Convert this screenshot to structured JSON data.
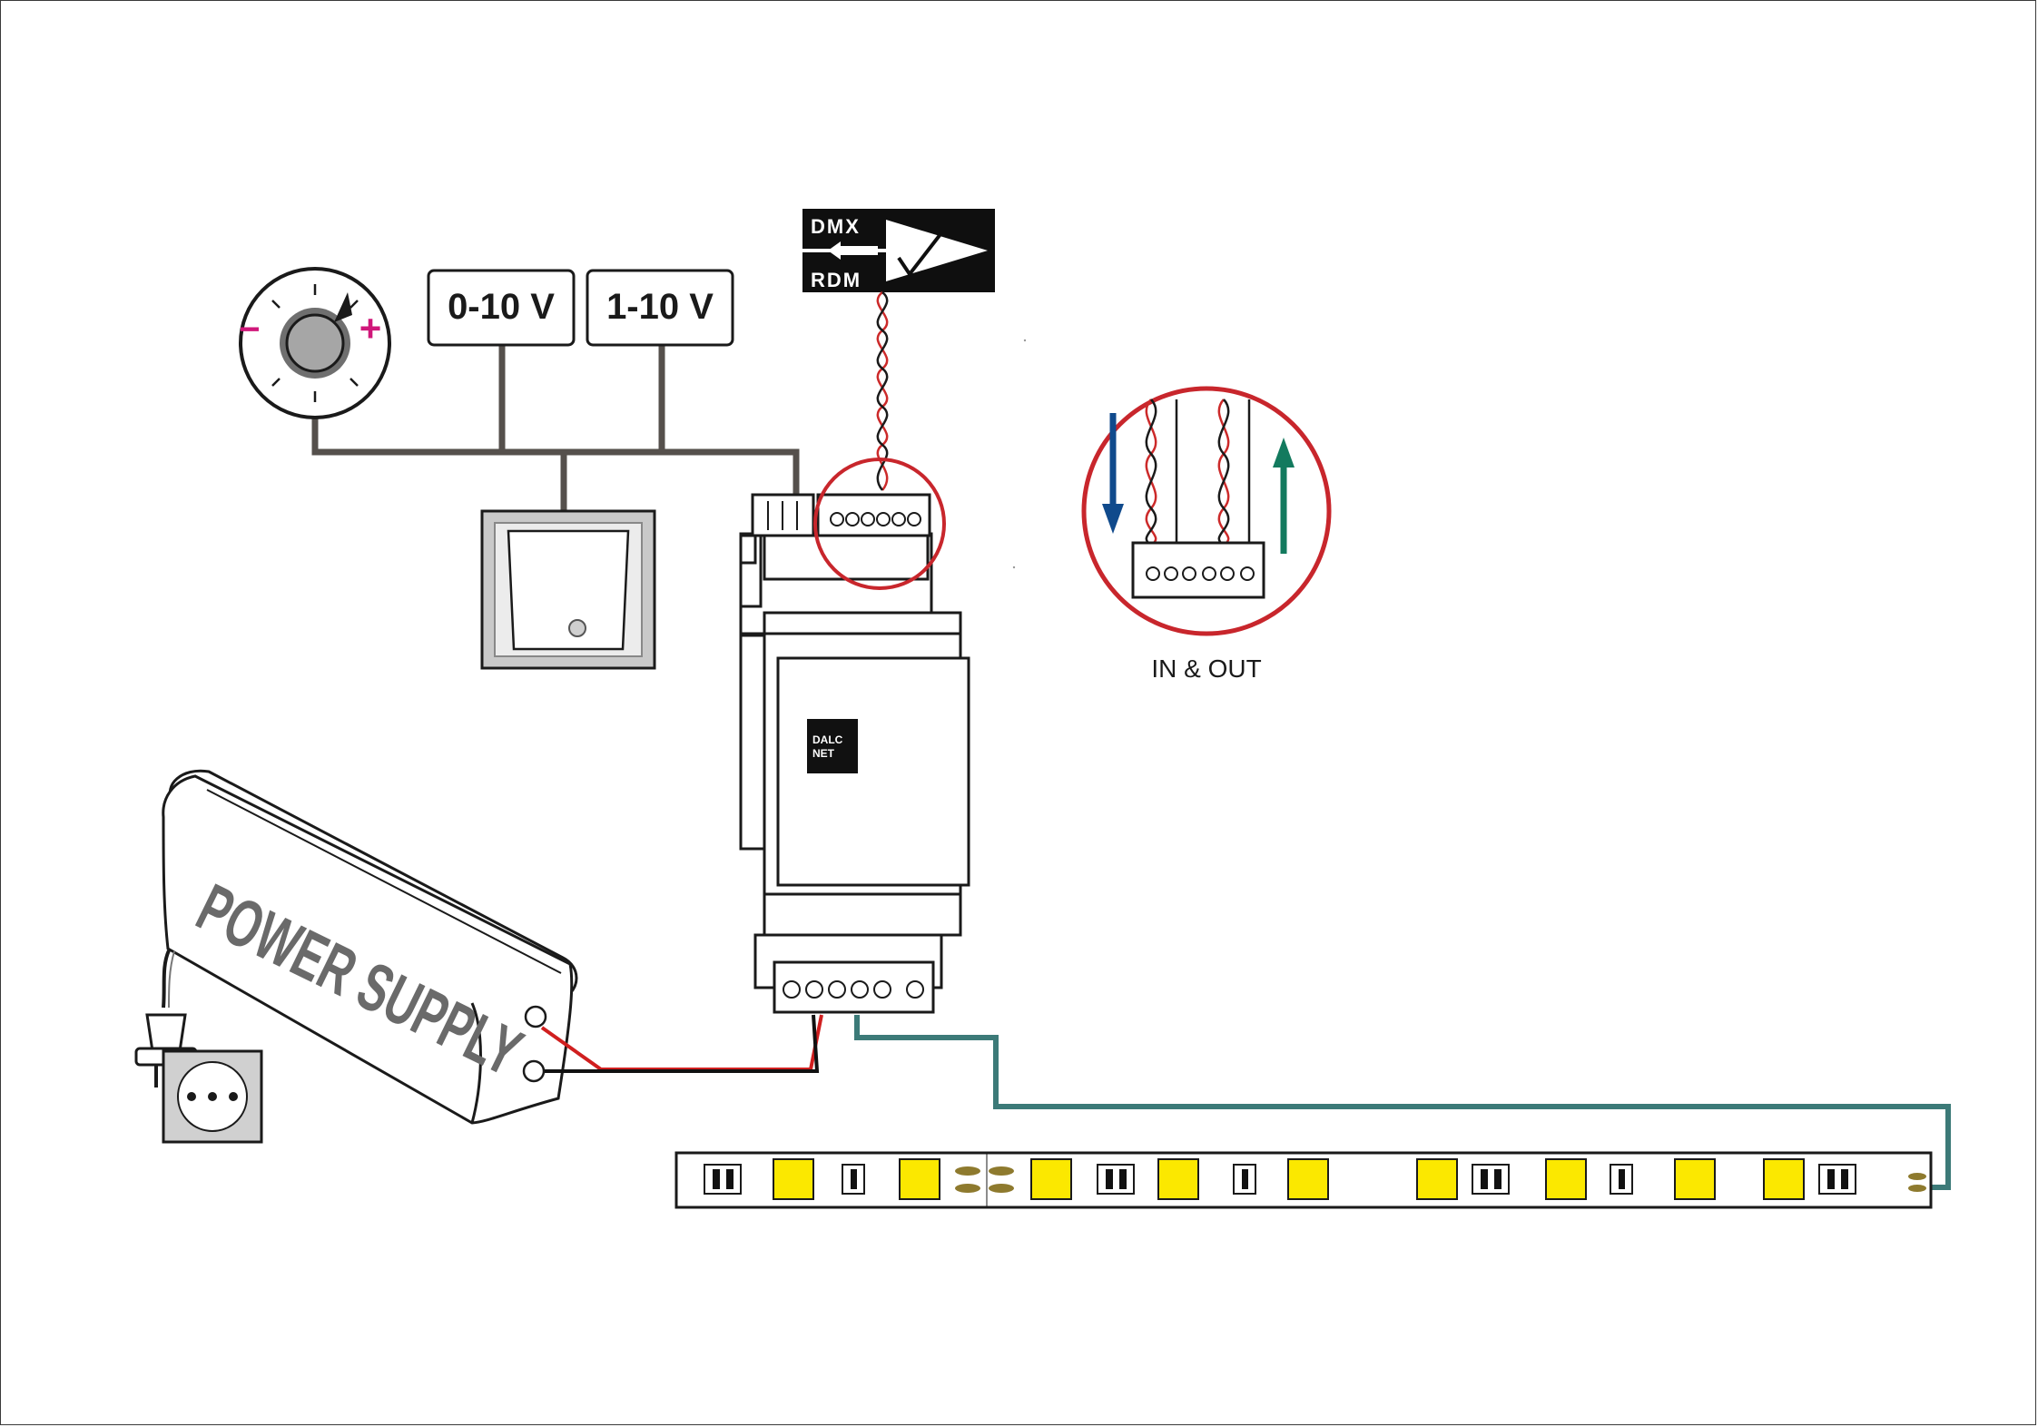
{
  "labels": {
    "voltage_0_10": "0-10 V",
    "voltage_1_10": "1-10 V",
    "dmx": "DMX",
    "rdm": "RDM",
    "brand_line1": "DALC",
    "brand_line2": "NET",
    "power_supply": "POWER SUPPLY",
    "in_out": "IN & OUT",
    "knob_minus": "−",
    "knob_plus": "+"
  },
  "colors": {
    "wire_control": "#55504c",
    "wire_dmx": "#cc2a2a",
    "wire_positive": "#d01f1f",
    "wire_negative": "#111111",
    "wire_led": "#3c7a78",
    "detail_circle": "#c8262c",
    "arrow_in": "#104a8c",
    "arrow_out": "#137a5e",
    "led_chip": "#fbe800",
    "solder_pad": "#8e7a2e",
    "knob_sign": "#d0177a"
  },
  "icons": [
    "potentiometer-knob-icon",
    "wall-switch-icon",
    "dmx-rdm-icon",
    "plug-icon",
    "socket-icon"
  ]
}
